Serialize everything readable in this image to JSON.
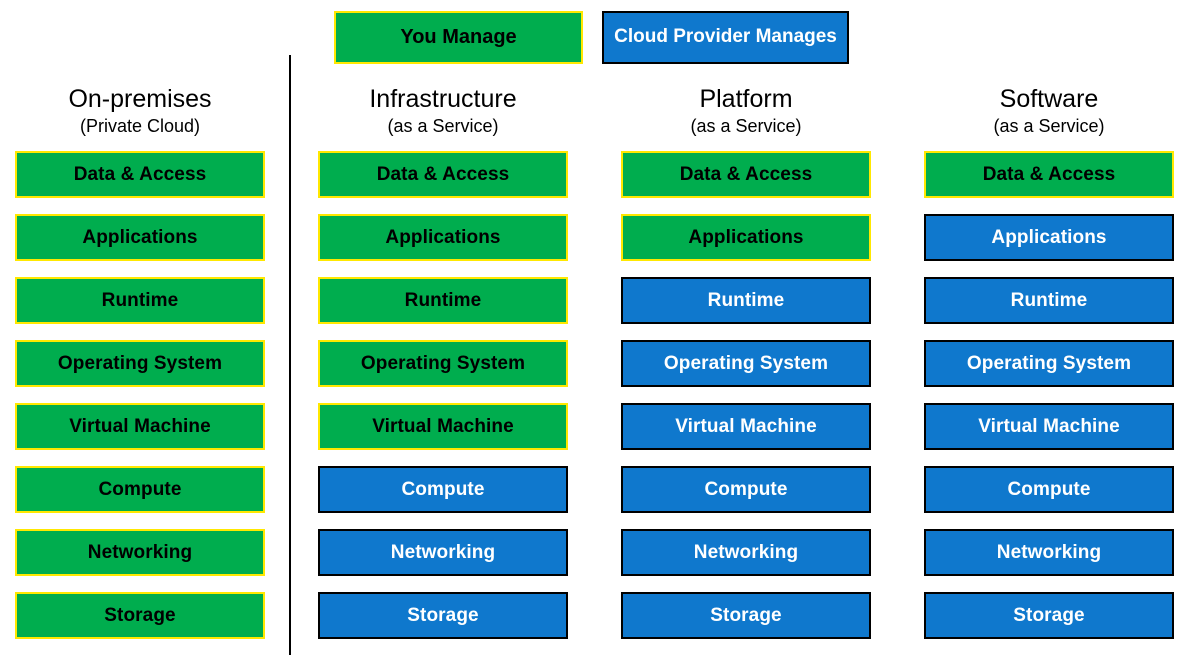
{
  "legend": {
    "you_manage": {
      "label": "You Manage",
      "fill": "#00AD4E",
      "border": "#FFE800",
      "text_color": "#000000"
    },
    "provider_manages": {
      "label": "Cloud Provider Manages",
      "fill": "#0F78CD",
      "border": "#000000",
      "text_color": "#FFFFFF"
    }
  },
  "layer_names": [
    "Data & Access",
    "Applications",
    "Runtime",
    "Operating System",
    "Virtual Machine",
    "Compute",
    "Networking",
    "Storage"
  ],
  "columns": [
    {
      "title": "On-premises",
      "subtitle": "(Private Cloud)",
      "layers": [
        {
          "label": "Data & Access",
          "owner": "you"
        },
        {
          "label": "Applications",
          "owner": "you"
        },
        {
          "label": "Runtime",
          "owner": "you"
        },
        {
          "label": "Operating System",
          "owner": "you"
        },
        {
          "label": "Virtual Machine",
          "owner": "you"
        },
        {
          "label": "Compute",
          "owner": "you"
        },
        {
          "label": "Networking",
          "owner": "you"
        },
        {
          "label": "Storage",
          "owner": "you"
        }
      ]
    },
    {
      "title": "Infrastructure",
      "subtitle": "(as a Service)",
      "layers": [
        {
          "label": "Data & Access",
          "owner": "you"
        },
        {
          "label": "Applications",
          "owner": "you"
        },
        {
          "label": "Runtime",
          "owner": "you"
        },
        {
          "label": "Operating System",
          "owner": "you"
        },
        {
          "label": "Virtual Machine",
          "owner": "you"
        },
        {
          "label": "Compute",
          "owner": "provider"
        },
        {
          "label": "Networking",
          "owner": "provider"
        },
        {
          "label": "Storage",
          "owner": "provider"
        }
      ]
    },
    {
      "title": "Platform",
      "subtitle": "(as a Service)",
      "layers": [
        {
          "label": "Data & Access",
          "owner": "you"
        },
        {
          "label": "Applications",
          "owner": "you"
        },
        {
          "label": "Runtime",
          "owner": "provider"
        },
        {
          "label": "Operating System",
          "owner": "provider"
        },
        {
          "label": "Virtual Machine",
          "owner": "provider"
        },
        {
          "label": "Compute",
          "owner": "provider"
        },
        {
          "label": "Networking",
          "owner": "provider"
        },
        {
          "label": "Storage",
          "owner": "provider"
        }
      ]
    },
    {
      "title": "Software",
      "subtitle": "(as a Service)",
      "layers": [
        {
          "label": "Data & Access",
          "owner": "you"
        },
        {
          "label": "Applications",
          "owner": "provider"
        },
        {
          "label": "Runtime",
          "owner": "provider"
        },
        {
          "label": "Operating System",
          "owner": "provider"
        },
        {
          "label": "Virtual Machine",
          "owner": "provider"
        },
        {
          "label": "Compute",
          "owner": "provider"
        },
        {
          "label": "Networking",
          "owner": "provider"
        },
        {
          "label": "Storage",
          "owner": "provider"
        }
      ]
    }
  ]
}
